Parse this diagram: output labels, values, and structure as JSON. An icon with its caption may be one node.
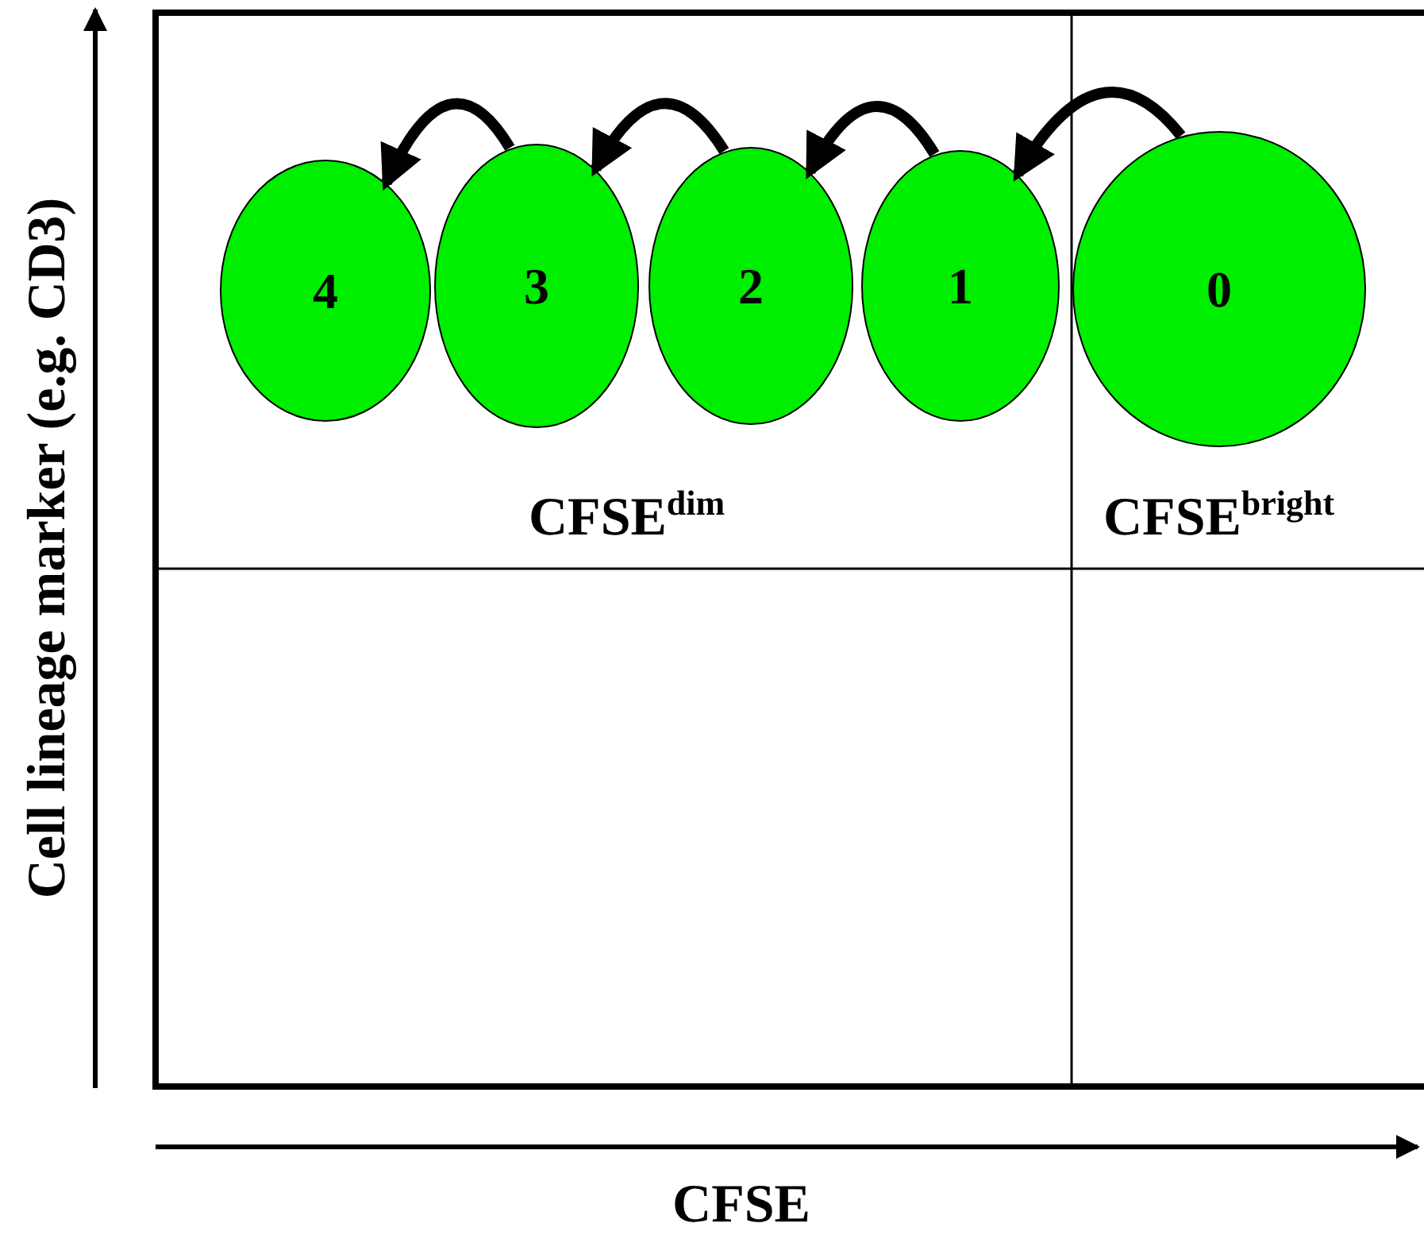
{
  "diagram": {
    "nodes": [
      {
        "text": [
          "4"
        ]
      },
      {
        "text": [
          "3"
        ]
      },
      {
        "text": [
          "2"
        ]
      },
      {
        "text": [
          "1"
        ]
      },
      {
        "text": [
          "0"
        ]
      }
    ],
    "edges": [
      {
        "from": 4,
        "to": 3,
        "arrow": "to"
      },
      {
        "from": 3,
        "to": 2,
        "arrow": "to"
      },
      {
        "from": 2,
        "to": 1,
        "arrow": "to"
      },
      {
        "from": 1,
        "to": 0,
        "arrow": "to"
      }
    ],
    "labels": [
      "Cell lineage marker (e.g. CD3)",
      "CFSE$^{dim}$",
      "CFSE$^{bright}$",
      "CFSE"
    ]
  }
}
